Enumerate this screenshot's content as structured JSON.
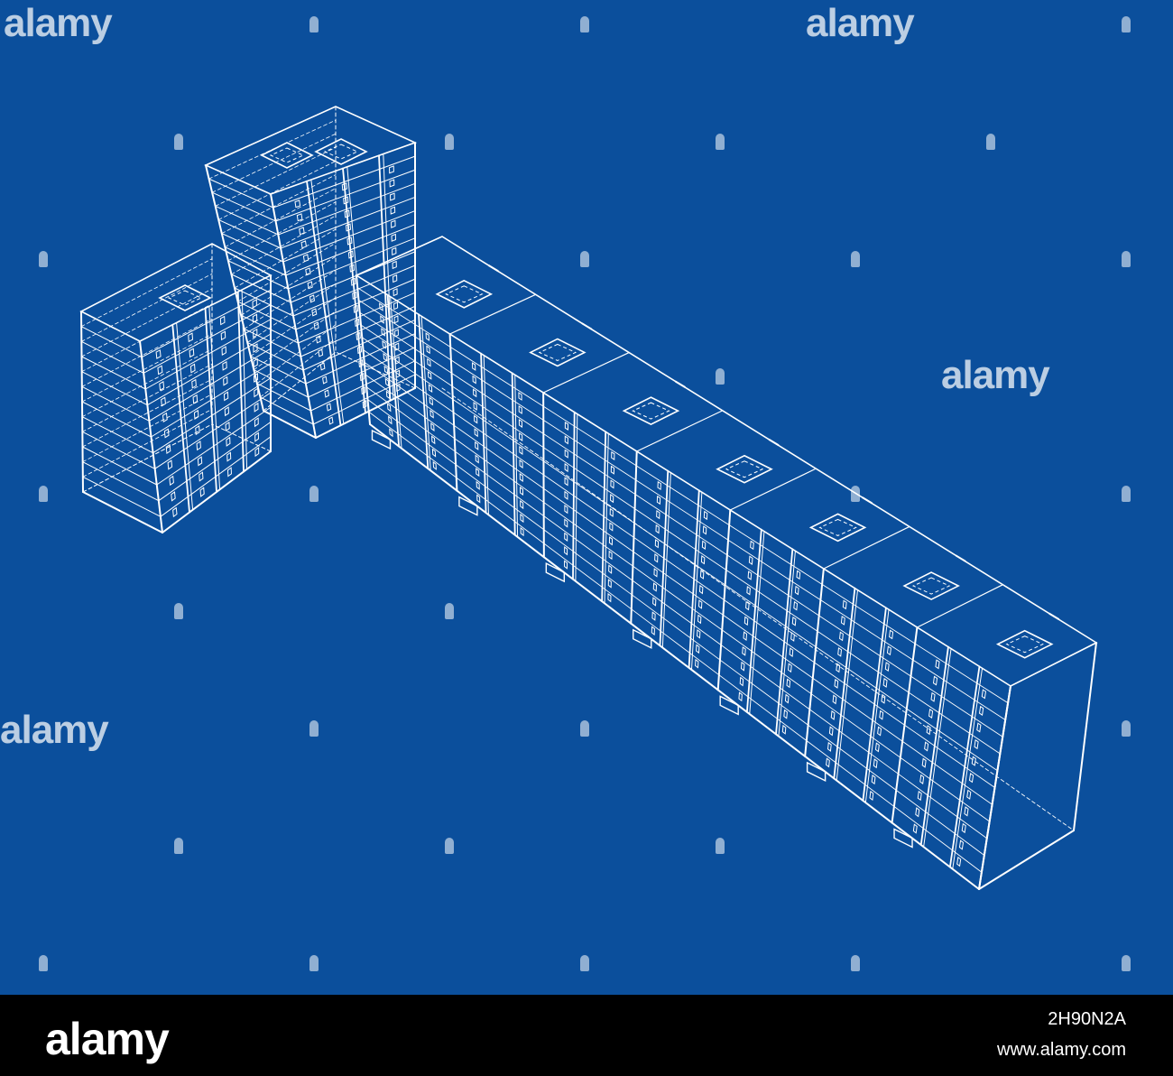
{
  "watermark": {
    "text": "alamy"
  },
  "footer": {
    "logo": "alamy",
    "image_id": "2H90N2A",
    "url": "www.alamy.com"
  },
  "colors": {
    "background": "#0b4f9c",
    "lines": "#ffffff",
    "footer": "#000000"
  }
}
